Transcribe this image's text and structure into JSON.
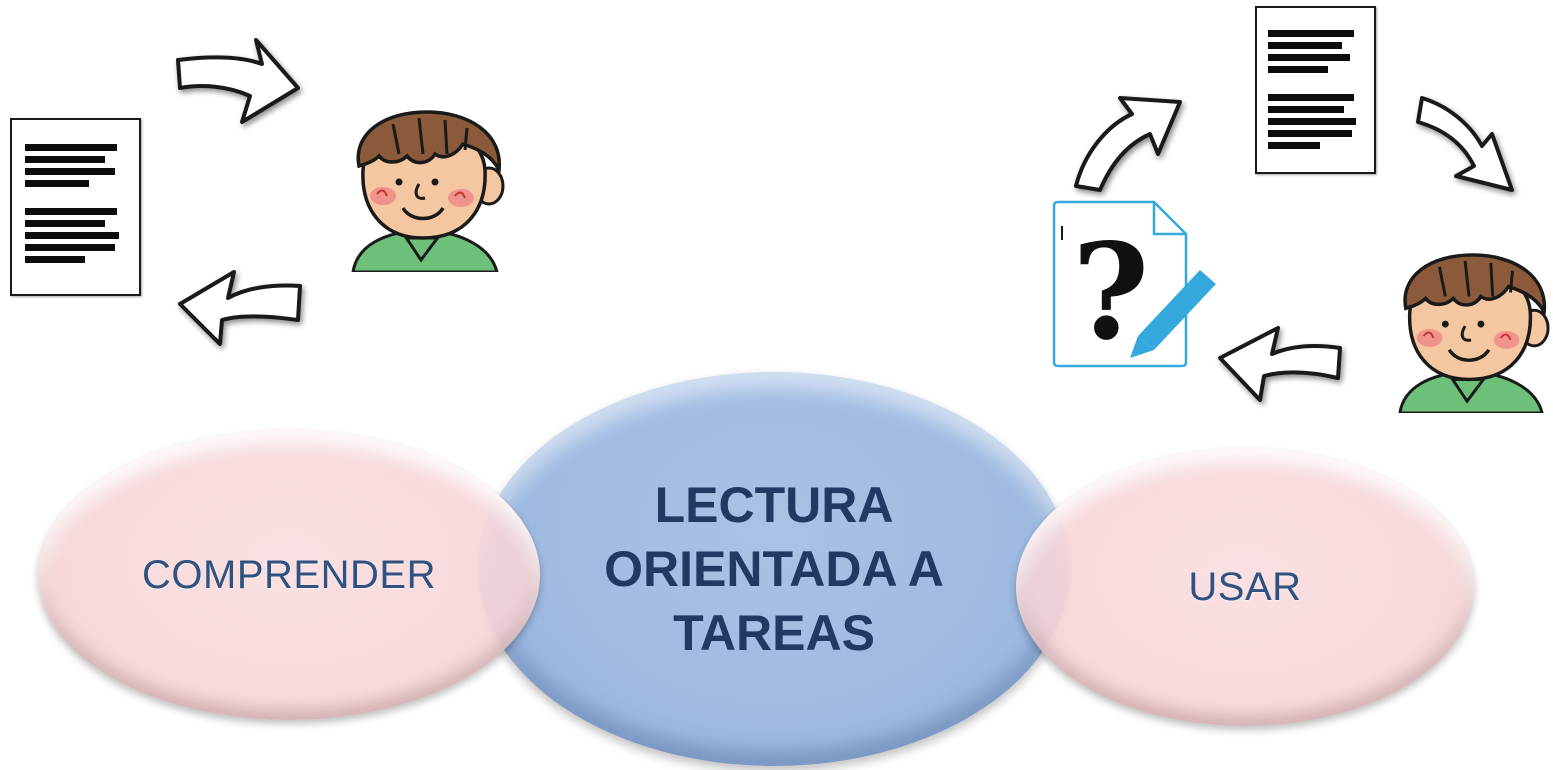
{
  "diagram": {
    "left_circle": {
      "label": "COMPRENDER"
    },
    "center_circle": {
      "lines": [
        "LECTURA",
        "ORIENTADA A",
        "TAREAS"
      ]
    },
    "right_circle": {
      "label": "USAR"
    }
  },
  "icons": {
    "left_cycle": [
      "document-icon",
      "arrow-right-icon",
      "student-icon",
      "arrow-left-icon"
    ],
    "right_cycle": [
      "document-icon",
      "arrow-up-right-icon",
      "arrow-down-right-icon",
      "student-icon",
      "arrow-left-icon",
      "question-task-icon"
    ]
  },
  "colors": {
    "side_fill": "#f6d6d8",
    "center_fill": "#a0bce3",
    "side_text": "#2f5280",
    "center_text": "#1f3b63",
    "pencil": "#35a9dd"
  }
}
